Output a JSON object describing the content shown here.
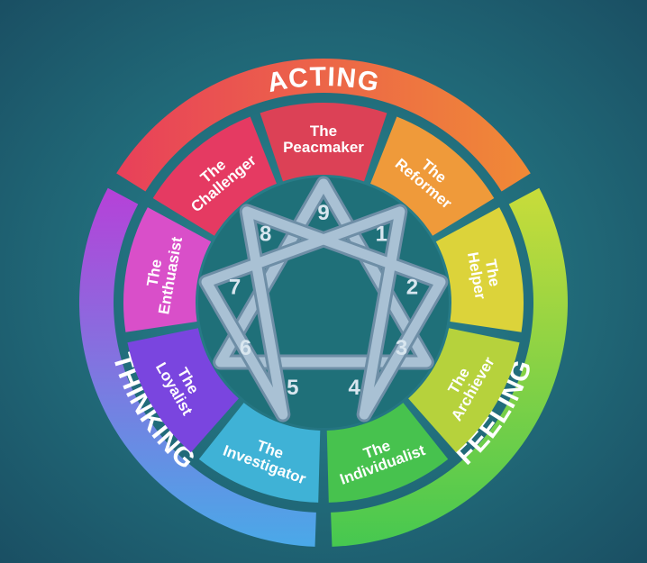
{
  "outer_arcs": [
    {
      "id": "acting",
      "label": "ACTING",
      "color_start": "#e8405a",
      "color_end": "#f08a36"
    },
    {
      "id": "feeling",
      "label": "FEELING",
      "color_start": "#c9dc3a",
      "color_end": "#46c850"
    },
    {
      "id": "thinking",
      "label": "THINKING",
      "color_start": "#4aa9e8",
      "color_end": "#b641d8"
    }
  ],
  "types": [
    {
      "number": "9",
      "name_line1": "The",
      "name_line2": "Peacmaker",
      "color": "#dc4156"
    },
    {
      "number": "1",
      "name_line1": "The",
      "name_line2": "Reformer",
      "color": "#ef9a3a"
    },
    {
      "number": "2",
      "name_line1": "The",
      "name_line2": "Helper",
      "color": "#dcd33a"
    },
    {
      "number": "3",
      "name_line1": "The",
      "name_line2": "Archiever",
      "color": "#b6d23c"
    },
    {
      "number": "4",
      "name_line1": "The",
      "name_line2": "Individualist",
      "color": "#47c24e"
    },
    {
      "number": "5",
      "name_line1": "The",
      "name_line2": "Investigator",
      "color": "#3fb2d6"
    },
    {
      "number": "6",
      "name_line1": "The",
      "name_line2": "Loyalist",
      "color": "#7a45df"
    },
    {
      "number": "7",
      "name_line1": "The",
      "name_line2": "Enthuasist",
      "color": "#d94fc9"
    },
    {
      "number": "8",
      "name_line1": "The",
      "name_line2": "Challenger",
      "color": "#e53a62"
    }
  ],
  "colors": {
    "star_stroke": "#a9c1d4",
    "star_edge": "#6e8ea6",
    "inner_circle": "#1f7079",
    "background": "#226f7d"
  }
}
